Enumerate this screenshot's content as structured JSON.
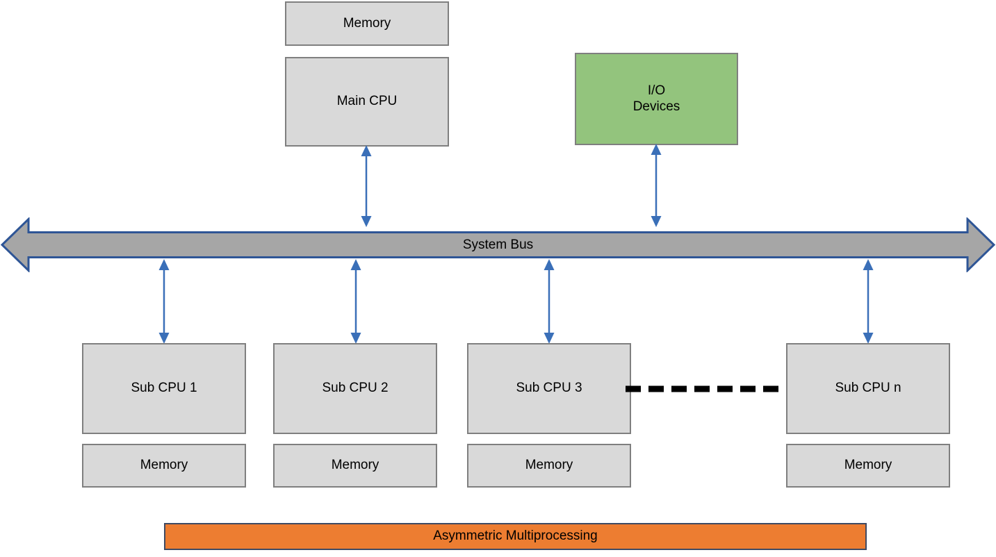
{
  "diagram": {
    "title": "Asymmetric Multiprocessing",
    "colors": {
      "box_fill": "#D9D9D9",
      "box_border": "#7F7F7F",
      "io_fill": "#93C47D",
      "bus_fill": "#A6A6A6",
      "bus_border": "#2E5596",
      "arrow": "#3A6FB8",
      "banner_fill": "#ED7D31",
      "banner_border": "#3F4A63",
      "dashed_line": "#000000"
    },
    "top_memory": {
      "label": "Memory"
    },
    "main_cpu": {
      "label": "Main CPU"
    },
    "io_devices": {
      "label": "I/O\nDevices"
    },
    "system_bus": {
      "label": "System Bus"
    },
    "sub_cpus": [
      {
        "label": "Sub CPU 1",
        "memory_label": "Memory"
      },
      {
        "label": "Sub CPU 2",
        "memory_label": "Memory"
      },
      {
        "label": "Sub CPU 3",
        "memory_label": "Memory"
      },
      {
        "label": "Sub CPU n",
        "memory_label": "Memory"
      }
    ],
    "banner": {
      "label": "Asymmetric Multiprocessing"
    },
    "connectors": [
      {
        "name": "main-cpu-to-bus",
        "kind": "double-arrow-vertical"
      },
      {
        "name": "io-devices-to-bus",
        "kind": "double-arrow-vertical"
      },
      {
        "name": "bus-to-sub-cpu-1",
        "kind": "double-arrow-vertical"
      },
      {
        "name": "bus-to-sub-cpu-2",
        "kind": "double-arrow-vertical"
      },
      {
        "name": "bus-to-sub-cpu-3",
        "kind": "double-arrow-vertical"
      },
      {
        "name": "bus-to-sub-cpu-n",
        "kind": "double-arrow-vertical"
      },
      {
        "name": "sub-cpu-3-to-sub-cpu-n",
        "kind": "dashed-line-horizontal"
      }
    ]
  }
}
